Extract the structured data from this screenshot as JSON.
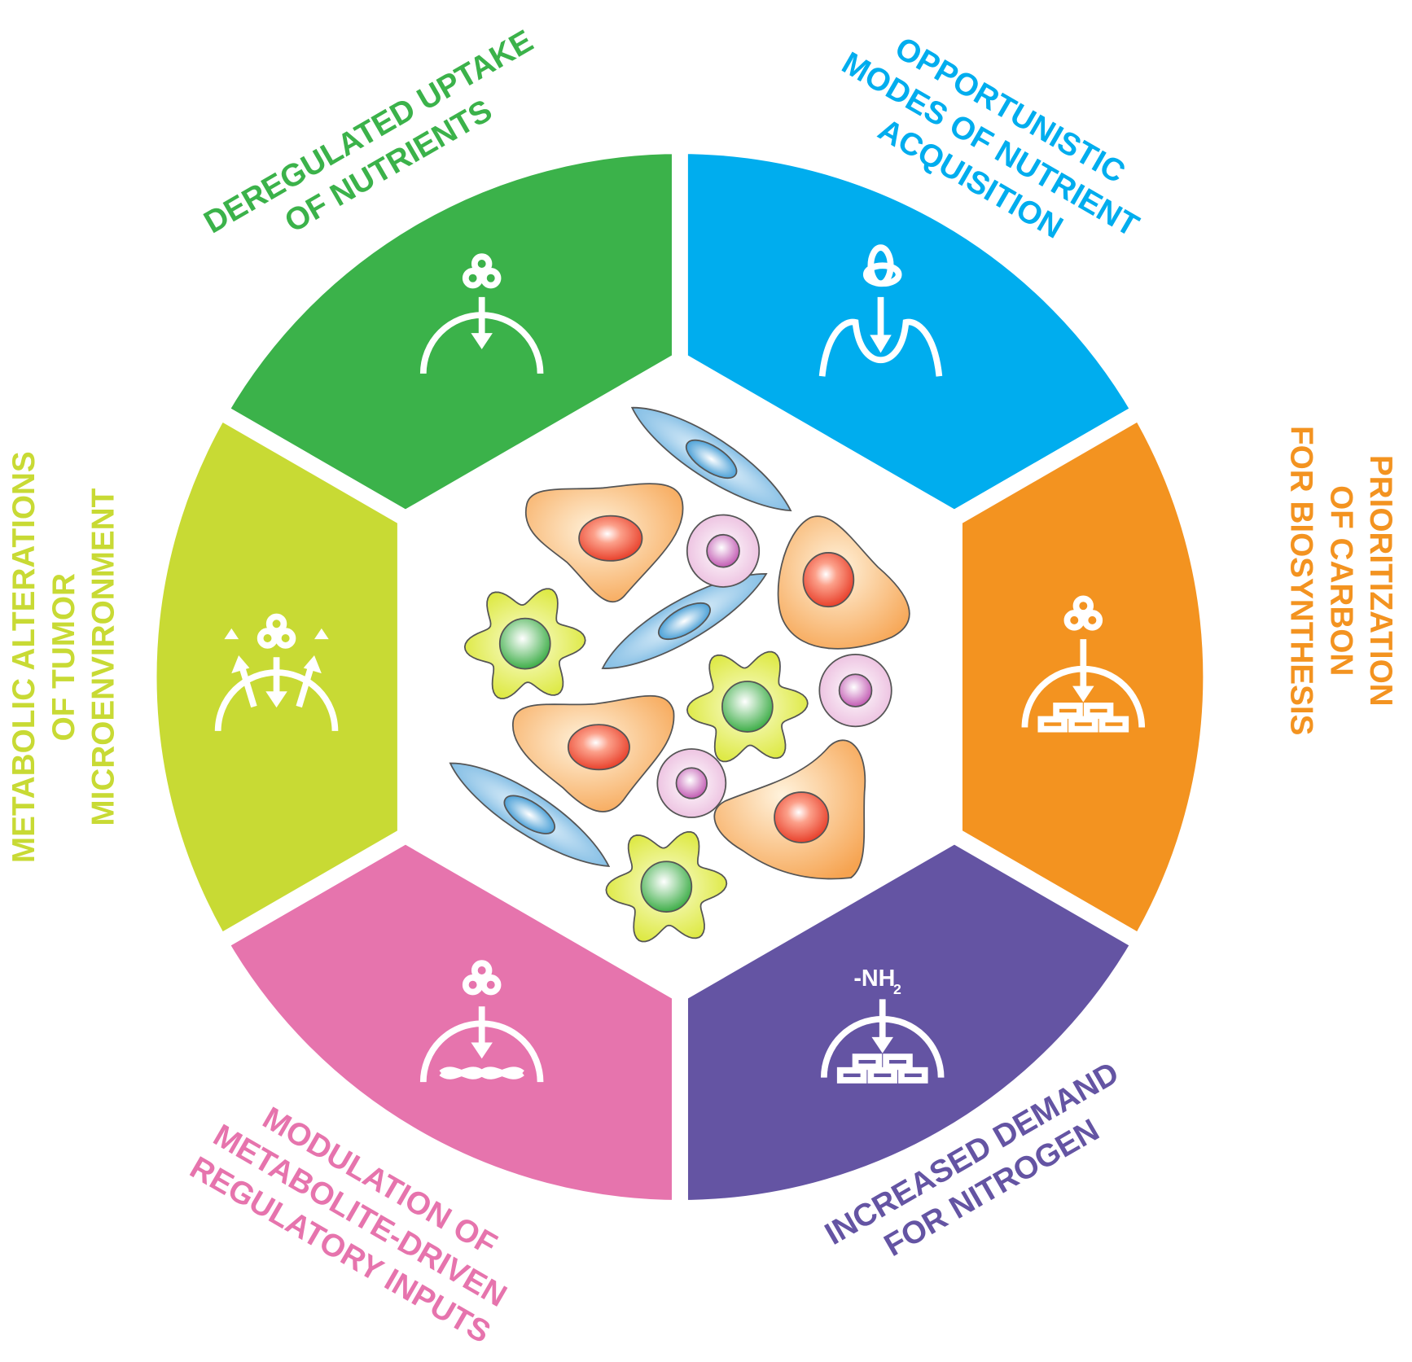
{
  "title": "Hallmarks of cancer metabolism",
  "segments": [
    {
      "id": "deregulated-uptake",
      "color": "#3bb24a",
      "icon": "nutrient-uptake-icon",
      "lines": [
        "DEREGULATED UPTAKE",
        "OF NUTRIENTS"
      ]
    },
    {
      "id": "opportunistic-modes",
      "color": "#00adee",
      "icon": "macropinocytosis-icon",
      "lines": [
        "OPPORTUNISTIC",
        "MODES OF NUTRIENT",
        "ACQUISITION"
      ]
    },
    {
      "id": "prioritization-carbon",
      "color": "#f39320",
      "icon": "biosynthesis-carbon-icon",
      "lines": [
        "PRIORITIZATION",
        "OF CARBON",
        "FOR BIOSYNTHESIS"
      ]
    },
    {
      "id": "nitrogen-demand",
      "color": "#6454a3",
      "icon": "nitrogen-biosynthesis-icon",
      "icon_text": "-NH",
      "icon_sub": "2",
      "lines": [
        "INCREASED DEMAND",
        "FOR NITROGEN"
      ]
    },
    {
      "id": "metabolite-regulation",
      "color": "#e674ad",
      "icon": "dna-regulation-icon",
      "lines": [
        "MODULATION OF",
        "METABOLITE-DRIVEN",
        "REGULATORY INPUTS"
      ]
    },
    {
      "id": "tumor-microenvironment",
      "color": "#c8da34",
      "icon": "microenvironment-exchange-icon",
      "lines": [
        "METABOLIC ALTERATIONS",
        "OF TUMOR",
        "MICROENVIRONMENT"
      ]
    }
  ]
}
